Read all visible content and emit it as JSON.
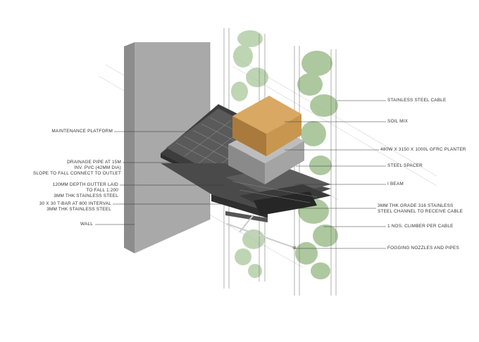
{
  "labels_left": [
    {
      "id": "maintenance-platform",
      "lines": [
        "MAINTENANCE PLATFORM"
      ]
    },
    {
      "id": "drainage-pipe",
      "lines": [
        "DRAINAGE PIPE AT 15M",
        "INV. PVC (42MM DIA)",
        "SLOPE TO FALL CONNECT TO OUTLET"
      ]
    },
    {
      "id": "depth-gutter",
      "lines": [
        "120MM DEPTH GUTTER LAID",
        "TO FALL 1:200",
        "3MM THK STAINLESS STEEL"
      ]
    },
    {
      "id": "t-bar",
      "lines": [
        "30 X 30 T-BAR AT 800 INTERVAL",
        "3MM THK STAINLESS STEEL"
      ]
    },
    {
      "id": "wall",
      "lines": [
        "WALL"
      ]
    }
  ],
  "labels_right": [
    {
      "id": "stainless-steel-cable",
      "lines": [
        "STAINLESS STEEL CABLE"
      ]
    },
    {
      "id": "soil-mix",
      "lines": [
        "SOIL MIX"
      ]
    },
    {
      "id": "gfrc-planter",
      "lines": [
        "480W X 3150 X 1000L GFRC PLANTER"
      ]
    },
    {
      "id": "steel-spacer",
      "lines": [
        "STEEL SPACER"
      ]
    },
    {
      "id": "i-beam",
      "lines": [
        "I BEAM"
      ]
    },
    {
      "id": "steel-channel",
      "lines": [
        "3MM THK GRADE 316 STAINLESS",
        "STEEL CHANNEL TO RECEIVE CABLE"
      ]
    },
    {
      "id": "climber",
      "lines": [
        "1 NOS. CLIMBER PER CABLE"
      ]
    },
    {
      "id": "fogging-nozzles",
      "lines": [
        "FOGGING NOZZLES AND PIPES"
      ]
    }
  ],
  "colors": {
    "wall_face": "#a9a9a9",
    "wall_side": "#8c8c8c",
    "soil": "#c8964f",
    "soil_dark": "#a97a3b",
    "planter": "#9a9a9a",
    "platform_dark": "#4a4a4a",
    "grating": "#6e6e6e",
    "foliage": "#9fbf8f",
    "line": "#333333"
  }
}
